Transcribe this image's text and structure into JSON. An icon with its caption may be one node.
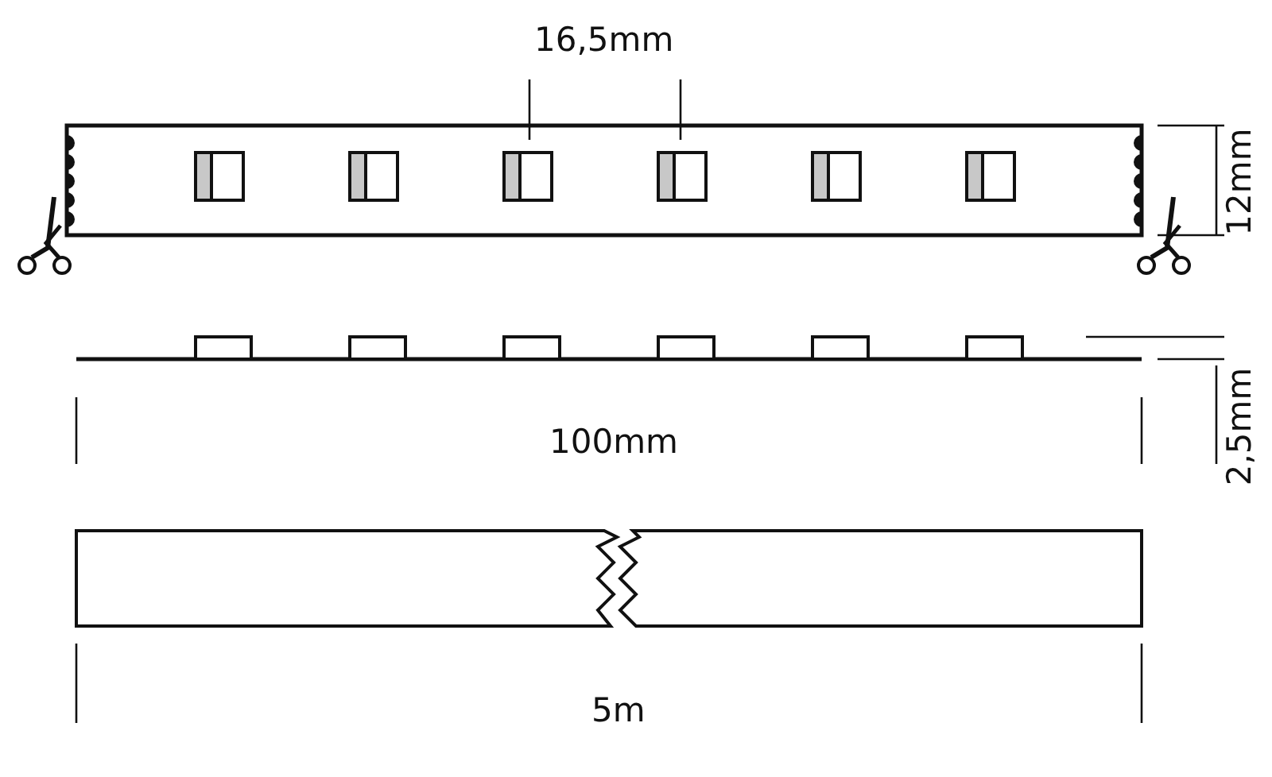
{
  "diagram": {
    "labels": [
      "16,5mm",
      "12mm",
      "2,5mm",
      "100mm",
      "5m"
    ]
  }
}
